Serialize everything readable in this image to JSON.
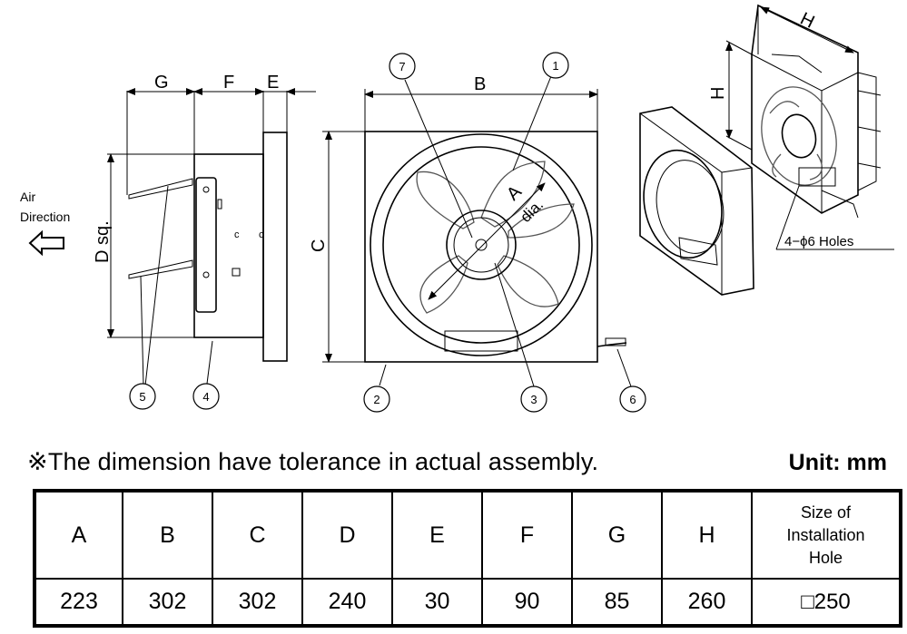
{
  "drawing": {
    "dimension_labels": {
      "G": "G",
      "F": "F",
      "E": "E",
      "B": "B",
      "C": "C",
      "D": "D sq.",
      "A": "A",
      "A_suffix": "dia.",
      "H_top": "H",
      "H_side": "H"
    },
    "air_direction": {
      "line1": "Air",
      "line2": "Direction"
    },
    "hole_note": "4−ϕ6 Holes",
    "callouts": [
      "1",
      "2",
      "3",
      "4",
      "5",
      "6",
      "7"
    ]
  },
  "note": "※The dimension have tolerance in actual assembly.",
  "unit": "Unit: mm",
  "table": {
    "headers": [
      "A",
      "B",
      "C",
      "D",
      "E",
      "F",
      "G",
      "H"
    ],
    "hole_header": [
      "Size of",
      "Installation",
      "Hole"
    ],
    "values": [
      "223",
      "302",
      "302",
      "240",
      "30",
      "90",
      "85",
      "260"
    ],
    "hole_value": "□250"
  }
}
